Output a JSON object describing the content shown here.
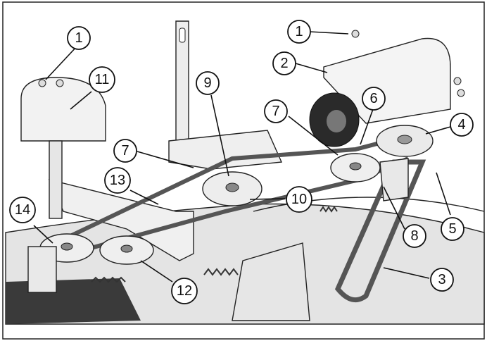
{
  "callouts": [
    {
      "id": "c1a",
      "label": "1"
    },
    {
      "id": "c1b",
      "label": "1"
    },
    {
      "id": "c2",
      "label": "2"
    },
    {
      "id": "c4",
      "label": "4"
    },
    {
      "id": "c5",
      "label": "5"
    },
    {
      "id": "c6",
      "label": "6"
    },
    {
      "id": "c7a",
      "label": "7"
    },
    {
      "id": "c7b",
      "label": "7"
    },
    {
      "id": "c8",
      "label": "8"
    },
    {
      "id": "c9",
      "label": "9"
    },
    {
      "id": "c10",
      "label": "10"
    },
    {
      "id": "c11",
      "label": "11"
    },
    {
      "id": "c12",
      "label": "12"
    },
    {
      "id": "c13",
      "label": "13"
    },
    {
      "id": "c14",
      "label": "14"
    },
    {
      "id": "c3",
      "label": "3"
    }
  ],
  "colors": {
    "metal": "#e9e9e9",
    "metal_dark": "#bdbdbd",
    "deck": "#d9d9d9",
    "belt": "#555555",
    "shadow": "#3a3a3a",
    "spring": "#8a8a8a"
  }
}
